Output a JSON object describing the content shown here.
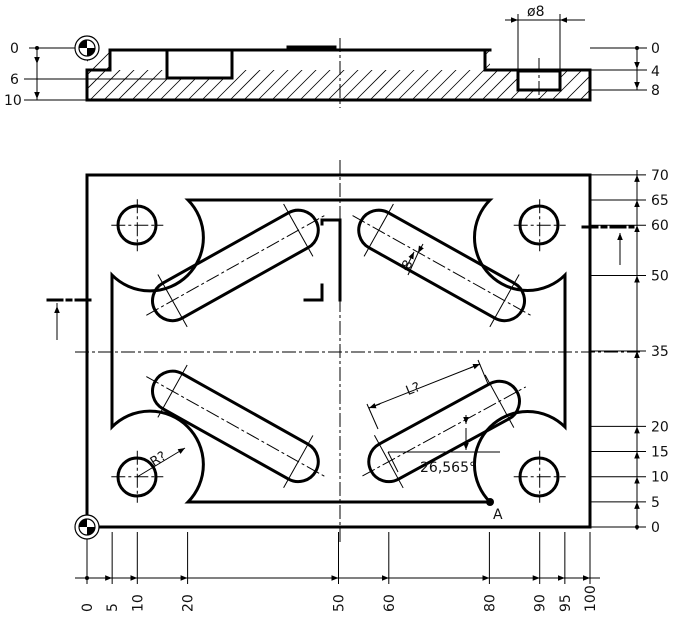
{
  "title": "",
  "section": {
    "left_labels": [
      "0",
      "6",
      "10"
    ],
    "right_labels": [
      "0",
      "4",
      "8"
    ],
    "hole_label": "ø8"
  },
  "plan": {
    "x_labels": [
      "0",
      "5",
      "10",
      "20",
      "50",
      "60",
      "80",
      "90",
      "95",
      "100"
    ],
    "y_labels": [
      "70",
      "65",
      "60",
      "50",
      "35",
      "20",
      "15",
      "10",
      "5",
      "0"
    ],
    "slot_width_label": "8",
    "slot_length_label": "L?",
    "radius_label": "R?",
    "angle_label": "26,565°",
    "point_label": "A"
  }
}
